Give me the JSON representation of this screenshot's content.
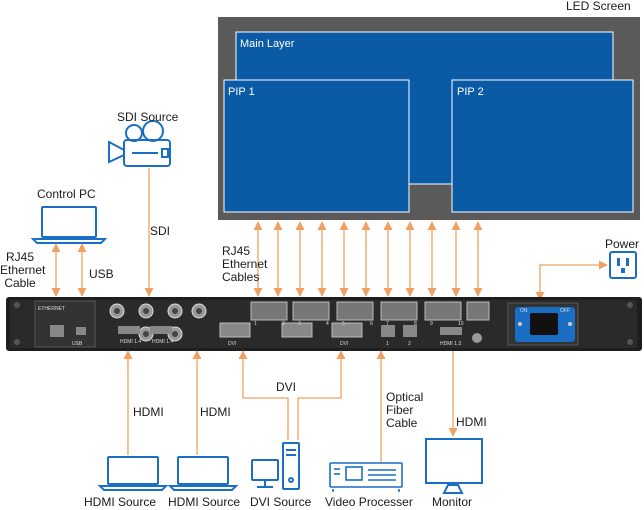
{
  "led": {
    "title": "LED Screen",
    "main_layer": "Main Layer",
    "pip1": "PIP 1",
    "pip2": "PIP 2"
  },
  "labels": {
    "sdi_source": "SDI Source",
    "sdi": "SDI",
    "control_pc": "Control PC",
    "rj45_left": [
      "RJ45",
      "Ethernet",
      "Cable"
    ],
    "usb": "USB",
    "rj45_right": [
      "RJ45",
      "Ethernet",
      "Cables"
    ],
    "power": "Power",
    "dvi": "DVI",
    "optical": [
      "Optical",
      "Fiber",
      "Cable"
    ],
    "hdmi_1": "HDMI",
    "hdmi_2": "HDMI",
    "hdmi_3": "HDMI"
  },
  "devices": {
    "hdmi_source_1": "HDMI Source",
    "hdmi_source_2": "HDMI Source",
    "dvi_source": "DVI Source",
    "video_processer": "Video Processer",
    "monitor": "Monitor"
  },
  "panel": {
    "ethernet_label": "ETHERNET",
    "usb_label": "USB",
    "port_numbers": [
      "1",
      "2",
      "3",
      "4",
      "5",
      "6",
      "7",
      "8",
      "9",
      "10"
    ],
    "hdmi_in_1": "HDMI 1.4",
    "hdmi_in_2": "HDMI 1.4",
    "dvi_in_1": "DVI",
    "dvi_in_2": "DVI",
    "opt_1": "1",
    "opt_2": "2",
    "hdmi_out": "HDMI 1.3",
    "on": "ON",
    "off": "OFF"
  },
  "colors": {
    "led_frame": "#5a5a5a",
    "screen_blue": "#0b5aa6",
    "connector": "#f0a060",
    "icon_blue": "#1a6fc4",
    "device_dark": "#1e1e1e"
  }
}
